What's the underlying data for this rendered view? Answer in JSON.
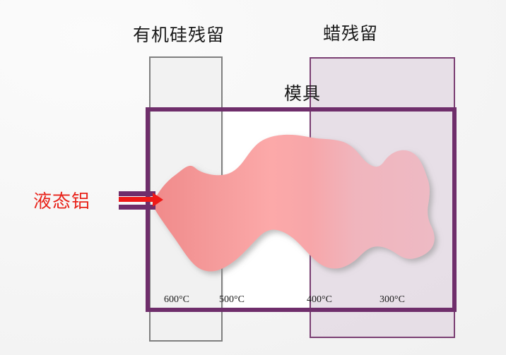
{
  "diagram": {
    "title_mold": "模具",
    "title_silicone_residue": "有机硅残留",
    "title_wax_residue": "蜡残留",
    "inlet_label": "液态铝",
    "colors": {
      "mold_border": "#6f2e6b",
      "wax_border": "#7b3f73",
      "wax_fill": "#e4dbe4",
      "silicone_border": "#7f7f7f",
      "silicone_fill": "#f0f0f0",
      "inlet_text": "#e8231a",
      "arrow_red": "#ef1a18",
      "arrow_purple": "#6f2e6b",
      "melt_hot": "#f28b8b",
      "melt_mid": "#f9a8a8",
      "melt_cool": "#efb9c2",
      "background": "#f5f5f5"
    },
    "temperature_scale": [
      {
        "value": "600°C"
      },
      {
        "value": "500°C"
      },
      {
        "value": "400°C"
      },
      {
        "value": "300°C"
      }
    ]
  },
  "chart_data": {
    "type": "area",
    "title": "模具",
    "xlabel": "",
    "ylabel": "",
    "categories": [
      "600°C",
      "500°C",
      "400°C",
      "300°C"
    ],
    "series": [
      {
        "name": "液态铝 (molten aluminium front)",
        "values": [
          600,
          500,
          400,
          300
        ]
      }
    ],
    "annotations": [
      "有机硅残留",
      "蜡残留",
      "模具",
      "液态铝"
    ],
    "grid": false,
    "legend": "none"
  }
}
